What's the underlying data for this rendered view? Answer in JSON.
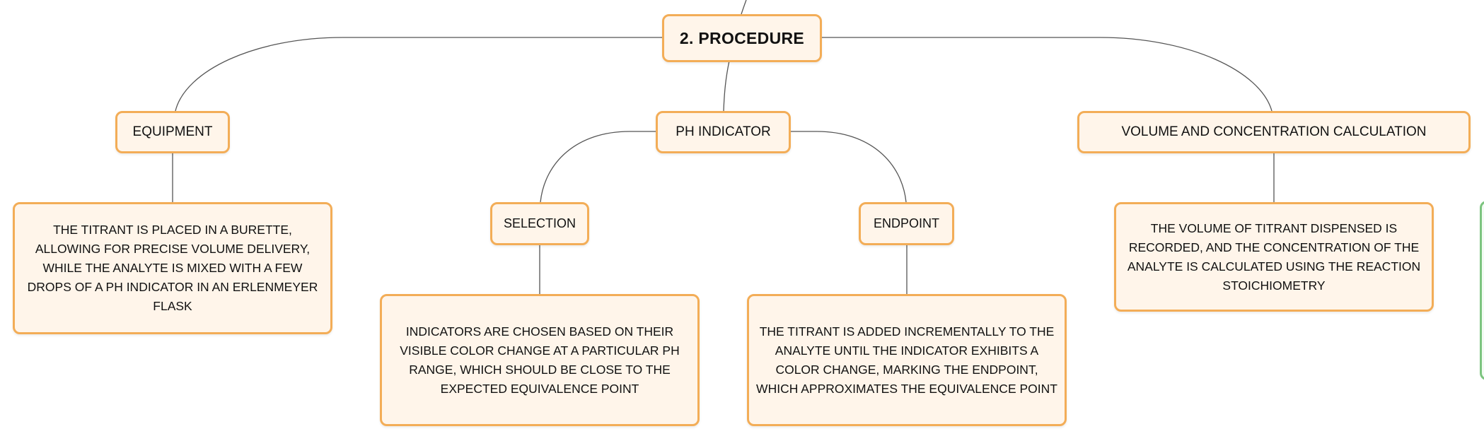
{
  "diagram": {
    "root": {
      "label": "2. PROCEDURE"
    },
    "branches": {
      "equipment": {
        "label": "EQUIPMENT",
        "description": "THE TITRANT IS PLACED IN A BURETTE, ALLOWING FOR PRECISE VOLUME DELIVERY, WHILE THE ANALYTE IS MIXED WITH A FEW DROPS OF A PH INDICATOR IN AN ERLENMEYER FLASK"
      },
      "ph_indicator": {
        "label": "PH INDICATOR",
        "selection": {
          "label": "SELECTION",
          "description": "INDICATORS ARE CHOSEN BASED ON THEIR VISIBLE COLOR CHANGE AT A PARTICULAR PH RANGE, WHICH SHOULD BE CLOSE TO THE EXPECTED EQUIVALENCE POINT"
        },
        "endpoint": {
          "label": "ENDPOINT",
          "description": "THE TITRANT IS ADDED INCREMENTALLY TO THE ANALYTE UNTIL THE INDICATOR EXHIBITS A COLOR CHANGE, MARKING THE ENDPOINT, WHICH APPROXIMATES THE EQUIVALENCE POINT"
        }
      },
      "volume_calculation": {
        "label": "VOLUME AND CONCENTRATION CALCULATION",
        "description": "THE VOLUME OF TITRANT DISPENSED IS RECORDED, AND THE CONCENTRATION OF THE ANALYTE IS CALCULATED USING THE REACTION STOICHIOMETRY"
      }
    },
    "colors": {
      "node_border": "#f3ad57",
      "node_fill": "#fff5ea",
      "connector": "#555555",
      "offscreen_card_border": "#7cc47f"
    }
  }
}
